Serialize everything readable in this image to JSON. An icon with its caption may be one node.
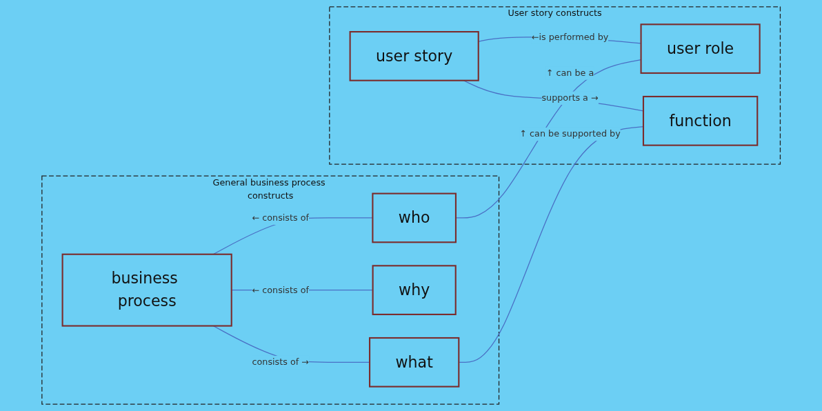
{
  "diagram": {
    "nodes": [
      {
        "text": [
          "User story constructs"
        ]
      },
      {
        "text": [
          "user role"
        ],
        "in": 0
      },
      {
        "text": [
          "user story"
        ],
        "in": 0
      },
      {
        "text": [
          "function"
        ],
        "in": 0
      },
      {
        "text": [
          "General business process constructs"
        ]
      },
      {
        "text": [
          "who"
        ],
        "in": 4
      },
      {
        "text": [
          "why"
        ],
        "in": 4
      },
      {
        "text": [
          "business process"
        ],
        "in": 4
      },
      {
        "text": [
          "what"
        ],
        "in": 4
      }
    ],
    "edges": [
      {
        "from": 2,
        "to": 1,
        "arrow": "none",
        "label": "←is performed by"
      },
      {
        "from": 2,
        "to": 3,
        "arrow": "none",
        "label": "supports a →"
      },
      {
        "from": 5,
        "to": 1,
        "arrow": "none",
        "label": "↑ can be a"
      },
      {
        "from": 8,
        "to": 3,
        "arrow": "none",
        "label": "↑ can be supported by"
      },
      {
        "from": 7,
        "to": 5,
        "arrow": "none",
        "label": "← consists of"
      },
      {
        "from": 7,
        "to": 6,
        "arrow": "none",
        "label": "← consists of"
      },
      {
        "from": 7,
        "to": 8,
        "arrow": "none",
        "label": "consists of →"
      }
    ]
  }
}
